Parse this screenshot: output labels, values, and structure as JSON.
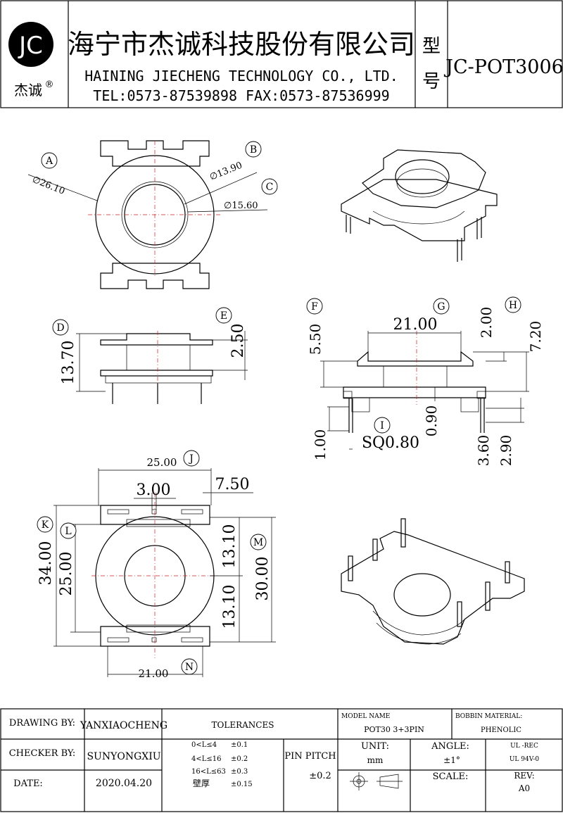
{
  "header": {
    "logo_text": "JC",
    "logo_sub": "杰诚",
    "logo_reg": "®",
    "company_cn": "海宁市杰诚科技股份有限公司",
    "company_en": "HAINING JIECHENG TECHNOLOGY CO., LTD.",
    "contact": "TEL:0573-87539898   FAX:0573-87536999",
    "model_label_1": "型",
    "model_label_2": "号",
    "model_no": "JC-POT3006"
  },
  "callouts": [
    "A",
    "B",
    "C",
    "D",
    "E",
    "F",
    "G",
    "H",
    "I",
    "J",
    "K",
    "L",
    "M",
    "N"
  ],
  "dims": {
    "a": "∅26.10",
    "b": "∅13.90",
    "c": "∅15.60",
    "d_height": "13.70",
    "e": "2.50",
    "f": "5.50",
    "g": "21.00",
    "h_top": "2.00",
    "h": "7.20",
    "pin_len": "1.00",
    "i": "SQ0.80",
    "v090": "0.90",
    "v360": "3.60",
    "v290": "2.90",
    "j": "25.00",
    "w300": "3.00",
    "w750": "7.50",
    "k": "34.00",
    "l": "25.00",
    "m": "30.00",
    "h131a": "13.10",
    "h131b": "13.10",
    "n": "21.00"
  },
  "footer": {
    "drawing_by_label": "DRAWING  BY:",
    "drawing_by": "YANXIAOCHENG",
    "checker_by_label": "CHECKER  BY:",
    "checker_by": "SUNYONGXIU",
    "date_label": "DATE:",
    "date": "2020.04.20",
    "tolerances_label": "TOLERANCES",
    "tol_rows": [
      {
        "range": "0<L≤4",
        "tol": "±0.1"
      },
      {
        "range": "4<L≤16",
        "tol": "±0.2"
      },
      {
        "range": "16<L≤63",
        "tol": "±0.3"
      },
      {
        "range": "壁厚",
        "tol": "±0.15"
      }
    ],
    "pin_pitch_label": "PIN PITCH",
    "pin_pitch": "±0.2",
    "model_name_label": "MODEL NAME",
    "model_name": "POT30 3+3PIN",
    "bobbin_label": "BOBBIN MATERIAL:",
    "bobbin": "PHENOLIC",
    "unit_label": "UNIT:",
    "unit": "mm",
    "angle_label": "ANGLE:",
    "angle": "±1°",
    "ul_rec": "UL -REC",
    "ul_grade": "UL  94V-0",
    "scale_label": "SCALE:",
    "rev_label": "REV:",
    "rev": "A0"
  }
}
